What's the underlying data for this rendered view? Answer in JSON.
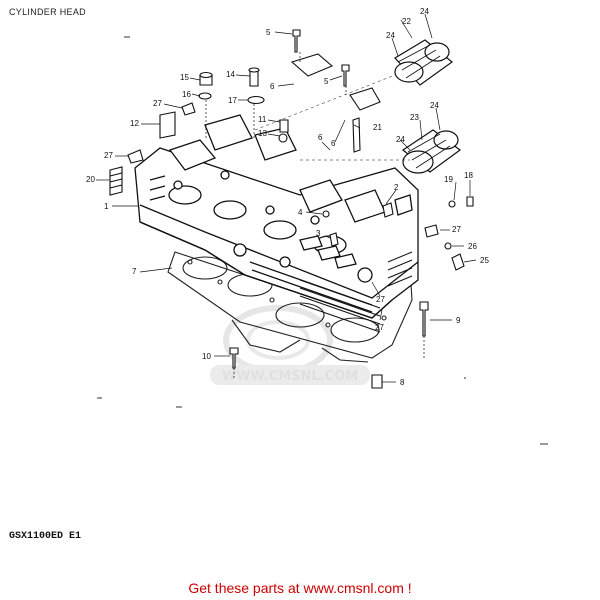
{
  "header": {
    "title": "CYLINDER HEAD"
  },
  "model": {
    "code": "GSX1100ED  E1"
  },
  "footer": {
    "link_text": "Get these parts at www.cmsnl.com !",
    "link_color": "#cc0000"
  },
  "watermark": {
    "text": "WWW.CMSNL.COM"
  },
  "diagram": {
    "part_callouts": [
      "1",
      "2",
      "3",
      "4",
      "5",
      "6",
      "7",
      "8",
      "9",
      "10",
      "11",
      "12",
      "13",
      "14",
      "15",
      "16",
      "17",
      "18",
      "19",
      "20",
      "21",
      "22",
      "23",
      "24",
      "25",
      "26",
      "27"
    ]
  }
}
